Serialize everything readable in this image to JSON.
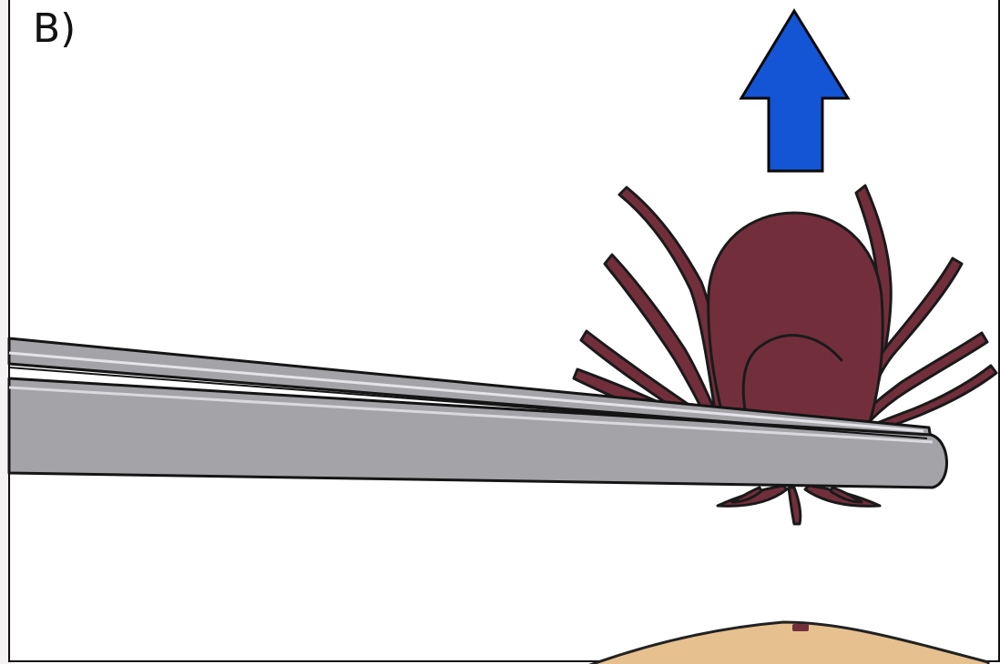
{
  "panel": {
    "label": "B)"
  },
  "colors": {
    "arrow": "#1455d6",
    "tick_body": "#722f3b",
    "tweezers": "#a3a3a8",
    "tweezers_highlight": "#d9d9dd",
    "skin": "#e6c08f",
    "outline": "#111111"
  },
  "icons": {
    "direction": "up-arrow-icon",
    "tool": "tweezers",
    "subject": "tick",
    "surface": "skin"
  }
}
